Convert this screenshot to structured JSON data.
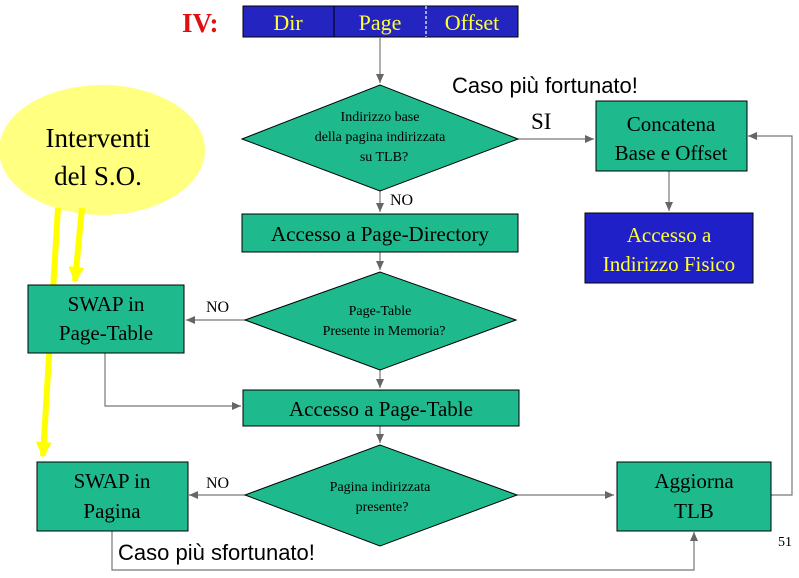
{
  "header": {
    "label": "IV:",
    "fields": [
      "Dir",
      "Page",
      "Offset"
    ]
  },
  "annotations": {
    "best_case": "Caso più fortunato!",
    "worst_case": "Caso più sfortunato!",
    "yes": "SI",
    "no_tlb": "NO",
    "no_pagetable": "NO",
    "no_page": "NO"
  },
  "os_bubble": {
    "line1": "Interventi",
    "line2": "del S.O."
  },
  "decisions": {
    "tlb": [
      "Indirizzo base",
      "della pagina indirizzata",
      "su TLB?"
    ],
    "pagetable": [
      "Page-Table",
      "Presente in Memoria?"
    ],
    "page": [
      "Pagina indirizzata",
      "presente?"
    ]
  },
  "boxes": {
    "concat": [
      "Concatena",
      "Base e Offset"
    ],
    "physical": [
      "Accesso a",
      "Indirizzo Fisico"
    ],
    "pagedir": "Accesso a Page-Directory",
    "swap_pt": [
      "SWAP in",
      "Page-Table"
    ],
    "pagetable_access": "Accesso a Page-Table",
    "swap_page": [
      "SWAP in",
      "Pagina"
    ],
    "tlb_update": [
      "Aggiorna",
      "TLB"
    ]
  },
  "page_number": "51",
  "colors": {
    "box_fill": "#1fb98e",
    "physical_fill": "#2020c8",
    "physical_text": "#ffff33",
    "header_fill": "#2424c0",
    "header_text": "#ffff33",
    "label_red": "#e01010",
    "bubble": "#ffff80",
    "yellow_arrow": "#ffff00",
    "line": "#808080"
  }
}
